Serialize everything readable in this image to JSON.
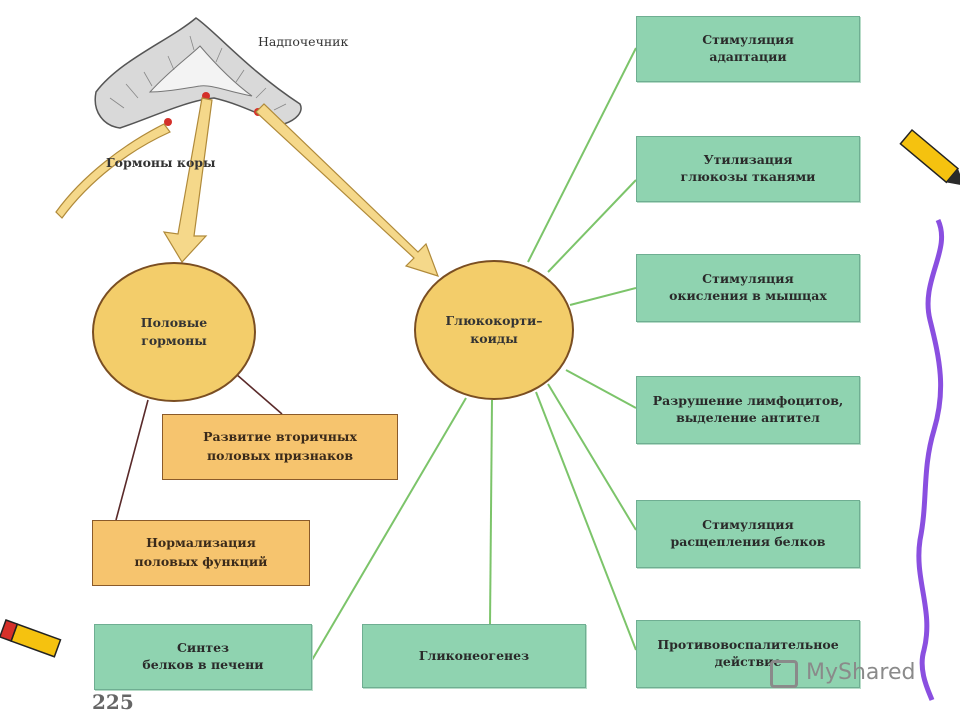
{
  "title_label": "Надпочечник",
  "cortex_label": "Гормоны коры",
  "sex_hormones": "Половые\nгормоны",
  "glucocorticoids": "Глюкокорти–\nкоиды",
  "secondary_traits": "Развитие вторичных\nполовых признаков",
  "normalization": "Нормализация\nполовых функций",
  "effects": [
    "Стимуляция\nадаптации",
    "Утилизация\nглюкозы тканями",
    "Стимуляция\nокисления в мышцах",
    "Разрушение лимфоцитов,\nвыделение антител",
    "Стимуляция\nрасщепления белков",
    "Противовоспалительное\nдействие"
  ],
  "bottom_boxes": [
    "Синтез\nбелков в печени",
    "Гликонеогенез"
  ],
  "page_number": "225",
  "watermark": "MyShared",
  "colors": {
    "green_box": "#8fd3b0",
    "orange_box": "#f6c46e",
    "circle": "#f3cd6a",
    "green_line": "#7cc46a",
    "arrow": "#f5d88a",
    "wavy_line": "#8a4fe0"
  }
}
